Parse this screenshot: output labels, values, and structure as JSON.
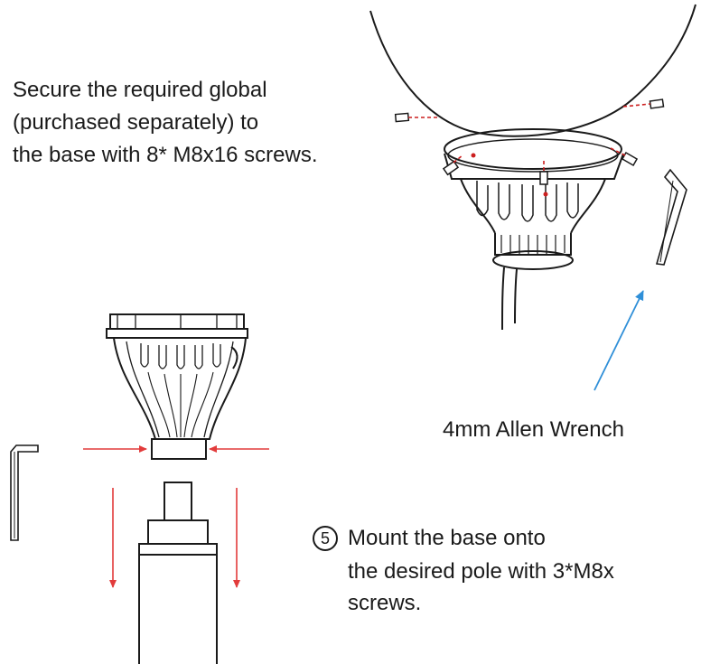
{
  "instructions": {
    "secure_line1": "Secure the required global",
    "secure_line2": "(purchased separately) to",
    "secure_line3": "the base with 8* M8x16 screws.",
    "wrench_label": "4mm Allen Wrench",
    "step_number": "5",
    "mount_line1": "Mount the base onto",
    "mount_line2": "the desired pole with 3*M8x",
    "mount_line3": "screws."
  },
  "colors": {
    "line": "#1a1a1a",
    "arrow_red": "#e23b3b",
    "arrow_blue": "#2f8fd8",
    "screw_red": "#cc1f1f"
  }
}
